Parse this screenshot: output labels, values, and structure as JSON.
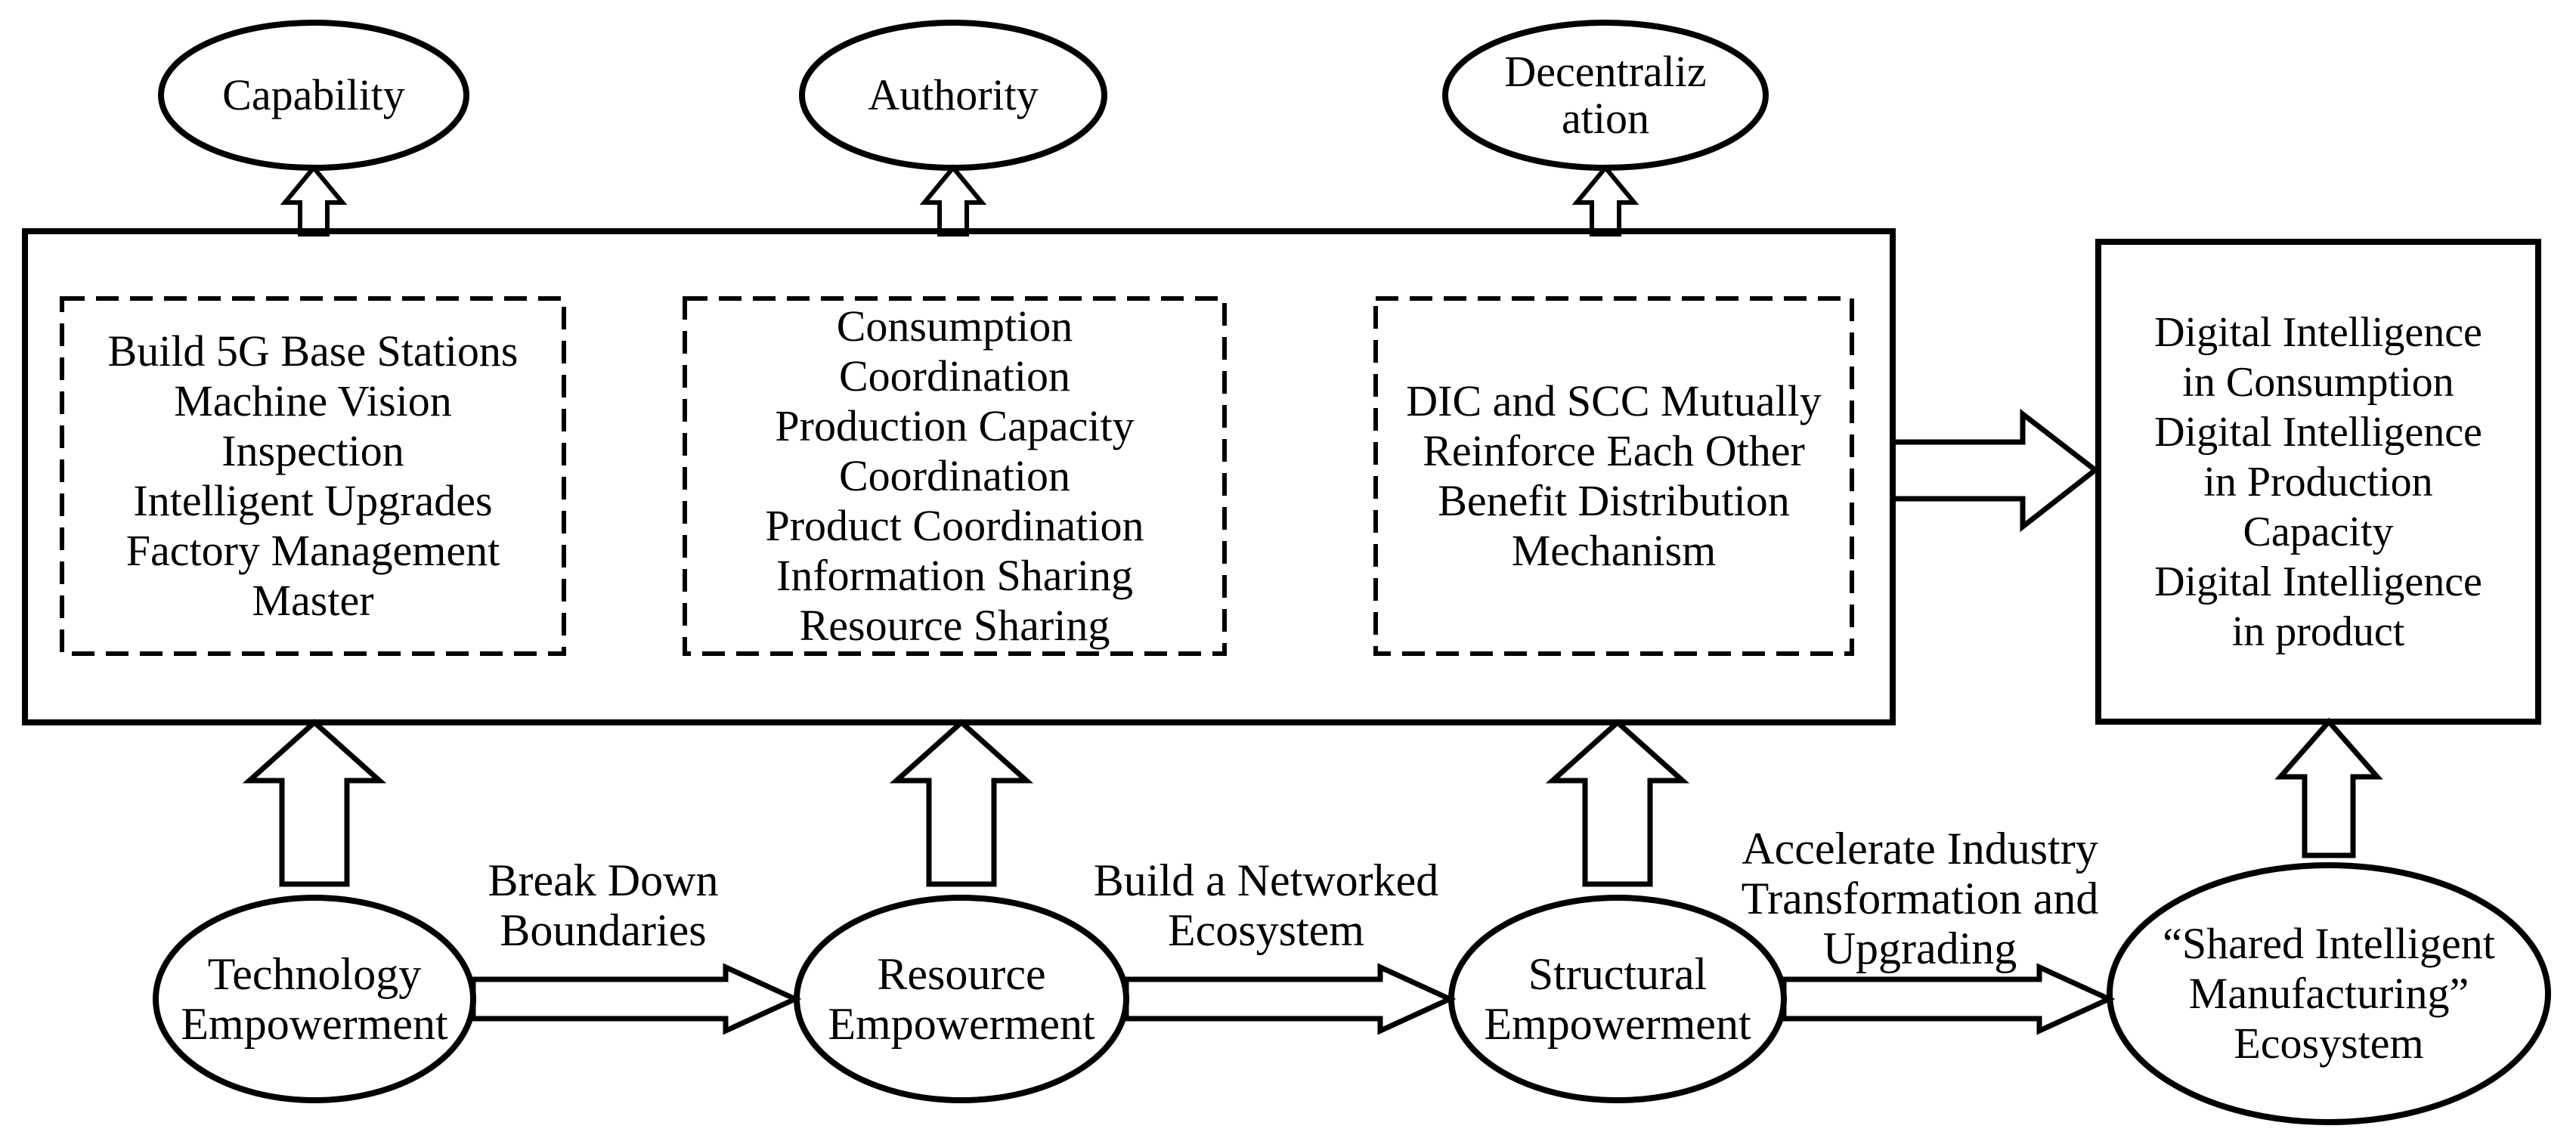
{
  "diagram": {
    "top_outcomes": [
      {
        "name": "capability",
        "lines": [
          "Capability"
        ]
      },
      {
        "name": "authority",
        "lines": [
          "Authority"
        ]
      },
      {
        "name": "decentralization",
        "lines": [
          "Decentraliz",
          "ation"
        ]
      }
    ],
    "container_groups": [
      {
        "name": "technology-measures",
        "lines": [
          "Build 5G Base Stations",
          "Machine Vision",
          "Inspection",
          "Intelligent Upgrades",
          "Factory Management",
          "Master"
        ]
      },
      {
        "name": "resource-coordination",
        "lines": [
          "Consumption",
          "Coordination",
          "Production Capacity",
          "Coordination",
          "Product Coordination",
          "Information Sharing",
          "Resource Sharing"
        ]
      },
      {
        "name": "structural-mechanism",
        "lines": [
          "DIC and SCC Mutually",
          "Reinforce Each Other",
          "Benefit Distribution",
          "Mechanism"
        ]
      }
    ],
    "output_box": {
      "lines": [
        "Digital Intelligence",
        "in Consumption",
        "Digital Intelligence",
        "in Production",
        "Capacity",
        "Digital Intelligence",
        "in product"
      ]
    },
    "flow_stages": [
      {
        "name": "technology-empowerment",
        "lines": [
          "Technology",
          "Empowerment"
        ]
      },
      {
        "name": "resource-empowerment",
        "lines": [
          "Resource",
          "Empowerment"
        ]
      },
      {
        "name": "structural-empowerment",
        "lines": [
          "Structural",
          "Empowerment"
        ]
      },
      {
        "name": "shared-intelligent-manufacturing-ecosystem",
        "lines": [
          "“Shared Intelligent",
          "Manufacturing”",
          "Ecosystem"
        ]
      }
    ],
    "flow_arrow_labels": [
      {
        "lines": [
          "Break Down",
          "Boundaries"
        ]
      },
      {
        "lines": [
          "Build a Networked",
          "Ecosystem"
        ]
      },
      {
        "lines": [
          "Accelerate Industry",
          "Transformation and",
          "Upgrading"
        ]
      }
    ],
    "colors": {
      "ink": "#000000",
      "background": "#ffffff"
    }
  }
}
